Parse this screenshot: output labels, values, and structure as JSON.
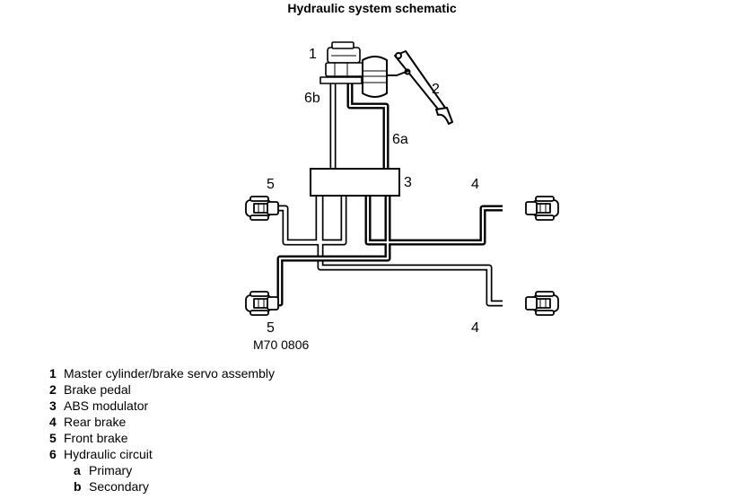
{
  "title": "Hydraulic system schematic",
  "figure_id": "M70 0806",
  "callouts": {
    "master_cylinder": "1",
    "brake_pedal": "2",
    "abs_modulator": "3",
    "rear_brake_right_top": "4",
    "rear_brake_right_bottom": "4",
    "front_brake_left_top": "5",
    "front_brake_left_bottom": "5",
    "primary_circuit": "6a",
    "secondary_circuit": "6b"
  },
  "legend": {
    "items": [
      {
        "num": "1",
        "label": "Master cylinder/brake servo assembly"
      },
      {
        "num": "2",
        "label": "Brake pedal"
      },
      {
        "num": "3",
        "label": "ABS modulator"
      },
      {
        "num": "4",
        "label": "Rear brake"
      },
      {
        "num": "5",
        "label": "Front brake"
      },
      {
        "num": "6",
        "label": "Hydraulic circuit"
      }
    ],
    "sub_items": [
      {
        "letter": "a",
        "label": "Primary"
      },
      {
        "letter": "b",
        "label": "Secondary"
      }
    ]
  }
}
